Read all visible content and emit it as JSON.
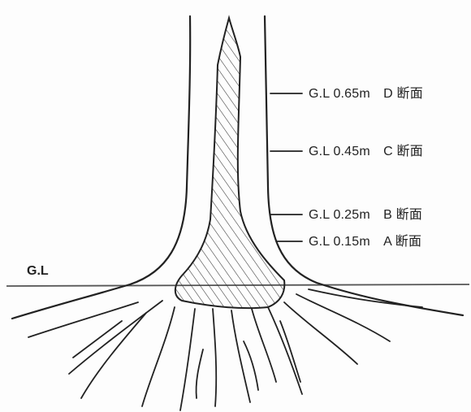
{
  "ground_line": {
    "label": "G.L"
  },
  "sections": [
    {
      "label": "G.L 0.65m　D 断面"
    },
    {
      "label": "G.L 0.45m　C 断面"
    },
    {
      "label": "G.L 0.25m　B 断面"
    },
    {
      "label": "G.L 0.15m　A 断面"
    }
  ],
  "colors": {
    "ink": "#222222",
    "background": "#fdfdfd"
  }
}
